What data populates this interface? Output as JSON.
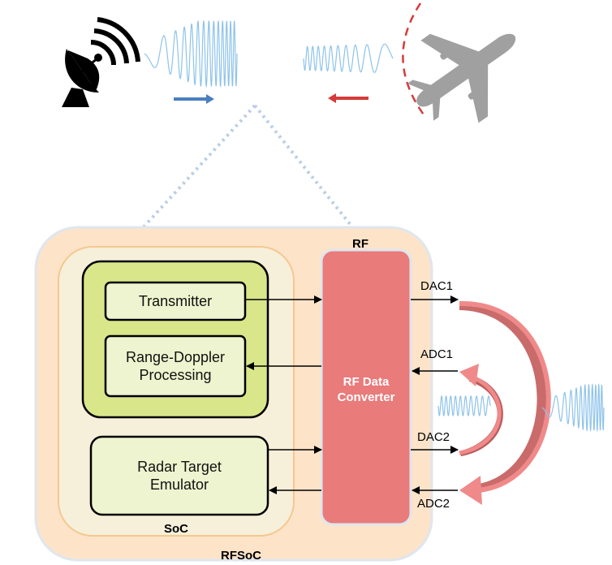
{
  "diagram": {
    "rfsoc_label": "RFSoC",
    "soc_label": "SoC",
    "rf_label": "RF",
    "transmitter_label": "Transmitter",
    "range_doppler_label": "Range-Doppler Processing",
    "radar_target_emulator_label": "Radar Target Emulator",
    "rf_data_converter_label": "RF Data Converter",
    "ports": {
      "dac1": "DAC1",
      "adc1": "ADC1",
      "dac2": "DAC2",
      "adc2": "ADC2"
    }
  },
  "colors": {
    "rfsoc_fill": "#fde3c8",
    "soc_fill": "#f6efda",
    "processing_group_fill": "#d9e68a",
    "block_fill": "#eef4cf",
    "rf_converter_fill": "#e97b7b",
    "tx_arrow_blue": "#4a7fc1",
    "rx_arrow_red": "#d63a3a",
    "wave_blue": "#8ec3ea",
    "loop_dark_red": "#b85c5c",
    "loop_light_red": "#f08a8a",
    "aircraft_gray": "#a0a0a0",
    "dotted_connector": "#b8cfe6"
  }
}
